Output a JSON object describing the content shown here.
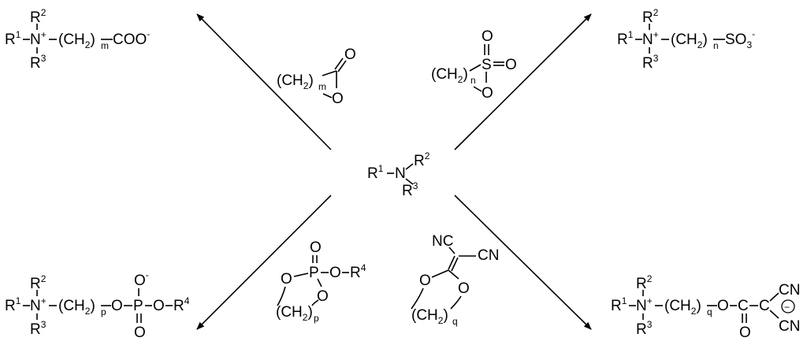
{
  "reagent": {
    "R1": "R",
    "R1_sup": "1",
    "N": "N",
    "R2": "R",
    "R2_sup": "2",
    "R3": "R",
    "R3_sup": "3"
  },
  "carboxybetaine": {
    "R1": "R",
    "R1_sup": "1",
    "N": "N",
    "N_sup": "+",
    "R2": "R",
    "R2_sup": "2",
    "R3": "R",
    "R3_sup": "3",
    "chain_left": "(CH",
    "chain_sub": "2",
    "chain_right": ")",
    "chain_index": "m",
    "group": "COO",
    "group_sup": "-"
  },
  "lactone": {
    "ring_left": "(CH",
    "ring_sub": "2",
    "ring_right": ")",
    "ring_index": "m",
    "O_carbonyl": "O",
    "O_ring": "O"
  },
  "sulfobetaine": {
    "R1": "R",
    "R1_sup": "1",
    "N": "N",
    "N_sup": "+",
    "R2": "R",
    "R2_sup": "2",
    "R3": "R",
    "R3_sup": "3",
    "chain_left": "(CH",
    "chain_sub": "2",
    "chain_right": ")",
    "chain_index": "n",
    "group": "SO",
    "group_sub": "3",
    "group_sup": "-"
  },
  "sultone": {
    "ring_left": "(CH",
    "ring_sub": "2",
    "ring_right": ")",
    "ring_index": "n",
    "S": "S",
    "O_top": "O",
    "O_right": "O",
    "O_ring": "O"
  },
  "phosphobetaine": {
    "R1": "R",
    "R1_sup": "1",
    "N": "N",
    "N_sup": "+",
    "R2": "R",
    "R2_sup": "2",
    "R3": "R",
    "R3_sup": "3",
    "chain_left": "(CH",
    "chain_sub": "2",
    "chain_right": ")",
    "chain_index": "p",
    "O1": "O",
    "P": "P",
    "O_top": "O",
    "O_top_sup": "-",
    "O_bottom": "O",
    "O2": "O",
    "R4": "R",
    "R4_sup": "4"
  },
  "cyclic_phosphate": {
    "O_top": "O",
    "P": "P",
    "O_ester": "O",
    "R4": "R",
    "R4_sup": "4",
    "O_left": "O",
    "O_right": "O",
    "ring_left": "(CH",
    "ring_sub": "2",
    "ring_right": ")",
    "ring_index": "p"
  },
  "dicyano_betaine": {
    "R1": "R",
    "R1_sup": "1",
    "N": "N",
    "N_sup": "+",
    "R2": "R",
    "R2_sup": "2",
    "R3": "R",
    "R3_sup": "3",
    "chain_left": "(CH",
    "chain_sub": "2",
    "chain_right": ")",
    "chain_index": "q",
    "O_link": "O",
    "C1": "C",
    "O_carbonyl": "O",
    "C2": "C",
    "CN_top": "CN",
    "CN_bottom": "CN",
    "charge": "−"
  },
  "dicyano_reagent": {
    "CN_left": "NC",
    "CN_right": "CN",
    "O_left": "O",
    "O_right": "O",
    "ring_left": "(CH",
    "ring_sub": "2",
    "ring_right": ")",
    "ring_index": "q"
  }
}
